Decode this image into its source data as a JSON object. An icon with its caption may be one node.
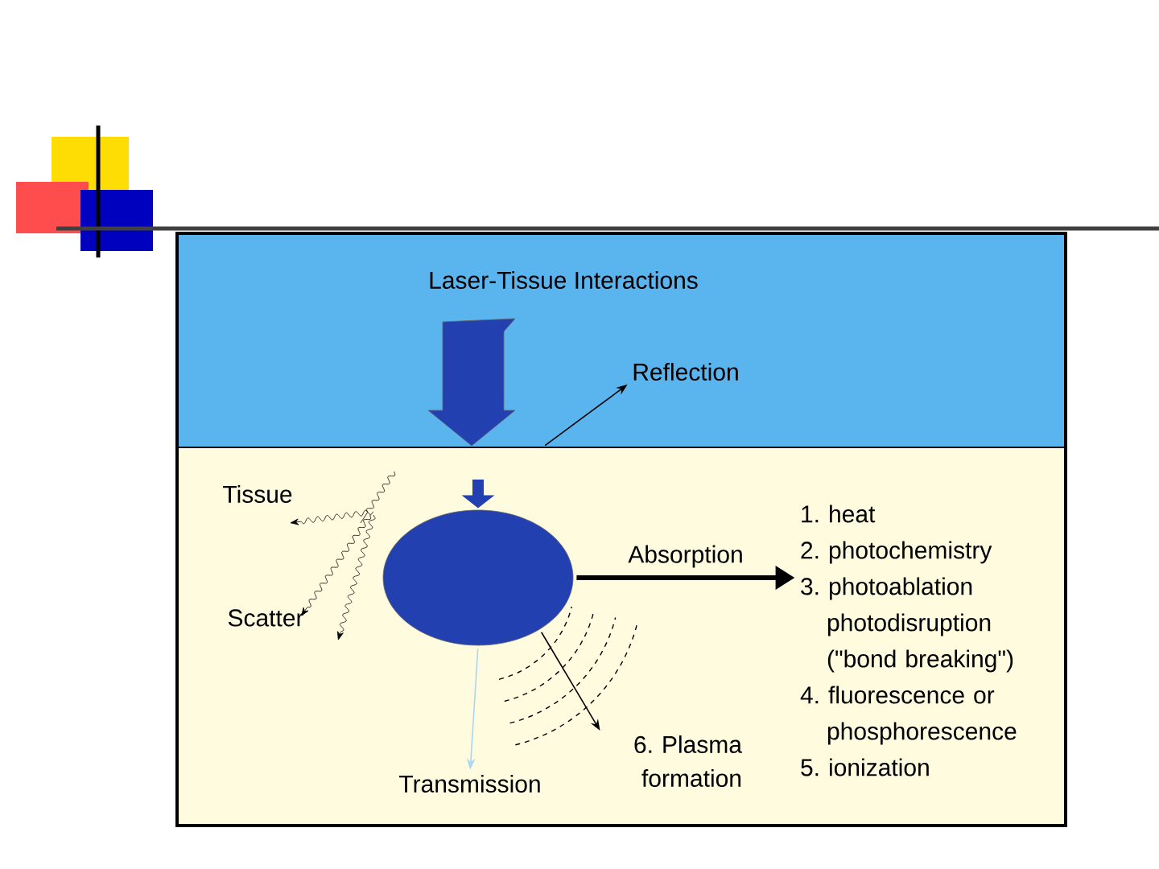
{
  "diagram": {
    "title": "Laser-Tissue Interactions",
    "nodes": [
      {
        "text": [],
        "shape": "ellipse"
      },
      {
        "text": [
          "Reflection"
        ]
      },
      {
        "text": [
          "1. heat",
          "2. photochemistry",
          "3. photoablation photodisruption (\"bond breaking\")",
          "4. fluorescence or phosphorescence",
          "5. ionization"
        ]
      },
      {
        "text": [
          "6. Plasma formation"
        ]
      },
      {
        "text": [
          "Transmission"
        ]
      }
    ],
    "edges": [
      {
        "from": null,
        "to": 0,
        "arrow": "to",
        "style": "thick",
        "color": "#2340b0"
      },
      {
        "from": null,
        "to": 1,
        "arrow": "to"
      },
      {
        "from": 0,
        "to": 2,
        "arrow": "to",
        "label": "Absorption",
        "style": "thick"
      },
      {
        "from": 0,
        "to": 3,
        "arrow": "to"
      },
      {
        "from": 0,
        "to": 4,
        "arrow": "to",
        "color": "#a9d6f0"
      }
    ],
    "labels": [
      "Tissue",
      "Scatter"
    ]
  }
}
